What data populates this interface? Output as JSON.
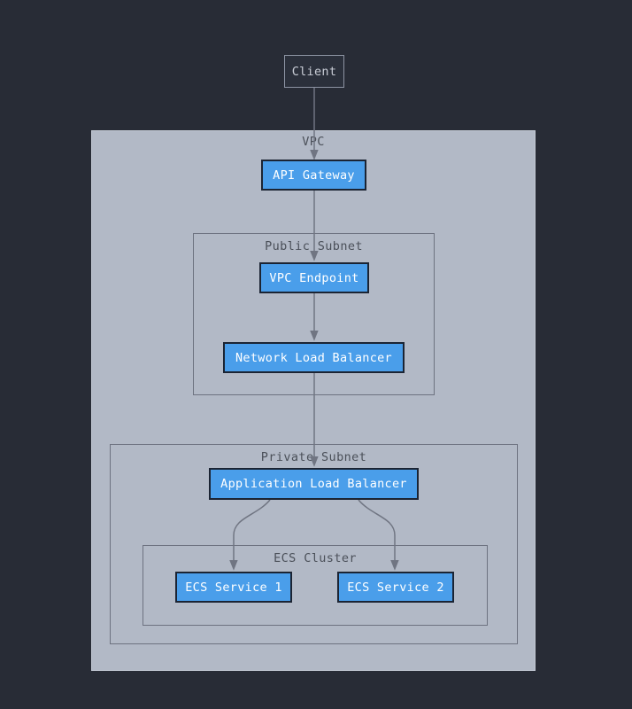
{
  "diagram": {
    "title": "AWS VPC ECS architecture flow",
    "background_color": "#282c36",
    "palette": {
      "container_fill": "#b2b9c6",
      "container_border": "#c3c9d4",
      "subnet_border": "#6d7280",
      "node_blue_fill": "#4a9eea",
      "node_blue_border": "#1b2433",
      "node_dark_fill": "#2b303b",
      "node_dark_border": "#8d94a3",
      "edge_color": "#707582",
      "label_color": "#4b5059",
      "node_blue_text": "#ffffff",
      "node_dark_text": "#c9cdd6"
    },
    "containers": [
      {
        "id": "vpc",
        "label": "VPC"
      },
      {
        "id": "public_subnet",
        "label": "Public Subnet"
      },
      {
        "id": "private_subnet",
        "label": "Private Subnet"
      },
      {
        "id": "ecs_cluster",
        "label": "ECS Cluster"
      }
    ],
    "nodes": [
      {
        "id": "client",
        "label": "Client",
        "style": "dark"
      },
      {
        "id": "api_gateway",
        "label": "API Gateway",
        "style": "blue"
      },
      {
        "id": "vpc_endpoint",
        "label": "VPC Endpoint",
        "style": "blue"
      },
      {
        "id": "nlb",
        "label": "Network Load Balancer",
        "style": "blue"
      },
      {
        "id": "alb",
        "label": "Application Load Balancer",
        "style": "blue"
      },
      {
        "id": "ecs_service_1",
        "label": "ECS Service 1",
        "style": "blue"
      },
      {
        "id": "ecs_service_2",
        "label": "ECS Service 2",
        "style": "blue"
      }
    ],
    "edges": [
      {
        "from": "client",
        "to": "api_gateway"
      },
      {
        "from": "api_gateway",
        "to": "vpc_endpoint"
      },
      {
        "from": "vpc_endpoint",
        "to": "nlb"
      },
      {
        "from": "nlb",
        "to": "alb"
      },
      {
        "from": "alb",
        "to": "ecs_service_1"
      },
      {
        "from": "alb",
        "to": "ecs_service_2"
      }
    ]
  }
}
